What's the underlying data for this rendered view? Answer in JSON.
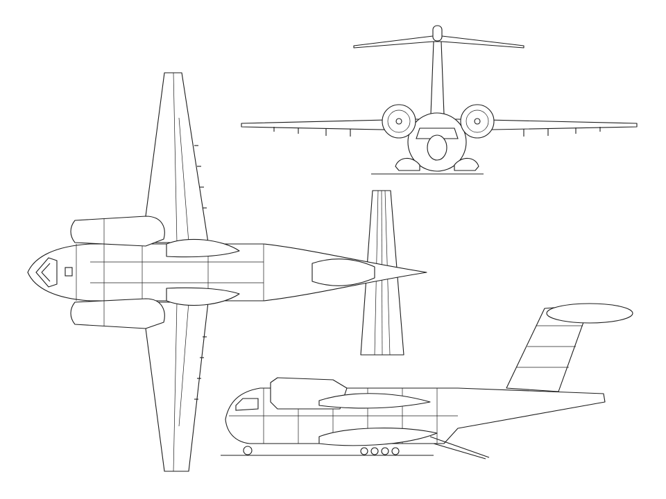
{
  "drawing": {
    "views": [
      "top-view",
      "front-view",
      "side-view"
    ],
    "colors": {
      "line": "#1a1a1a",
      "background": "#ffffff"
    }
  }
}
